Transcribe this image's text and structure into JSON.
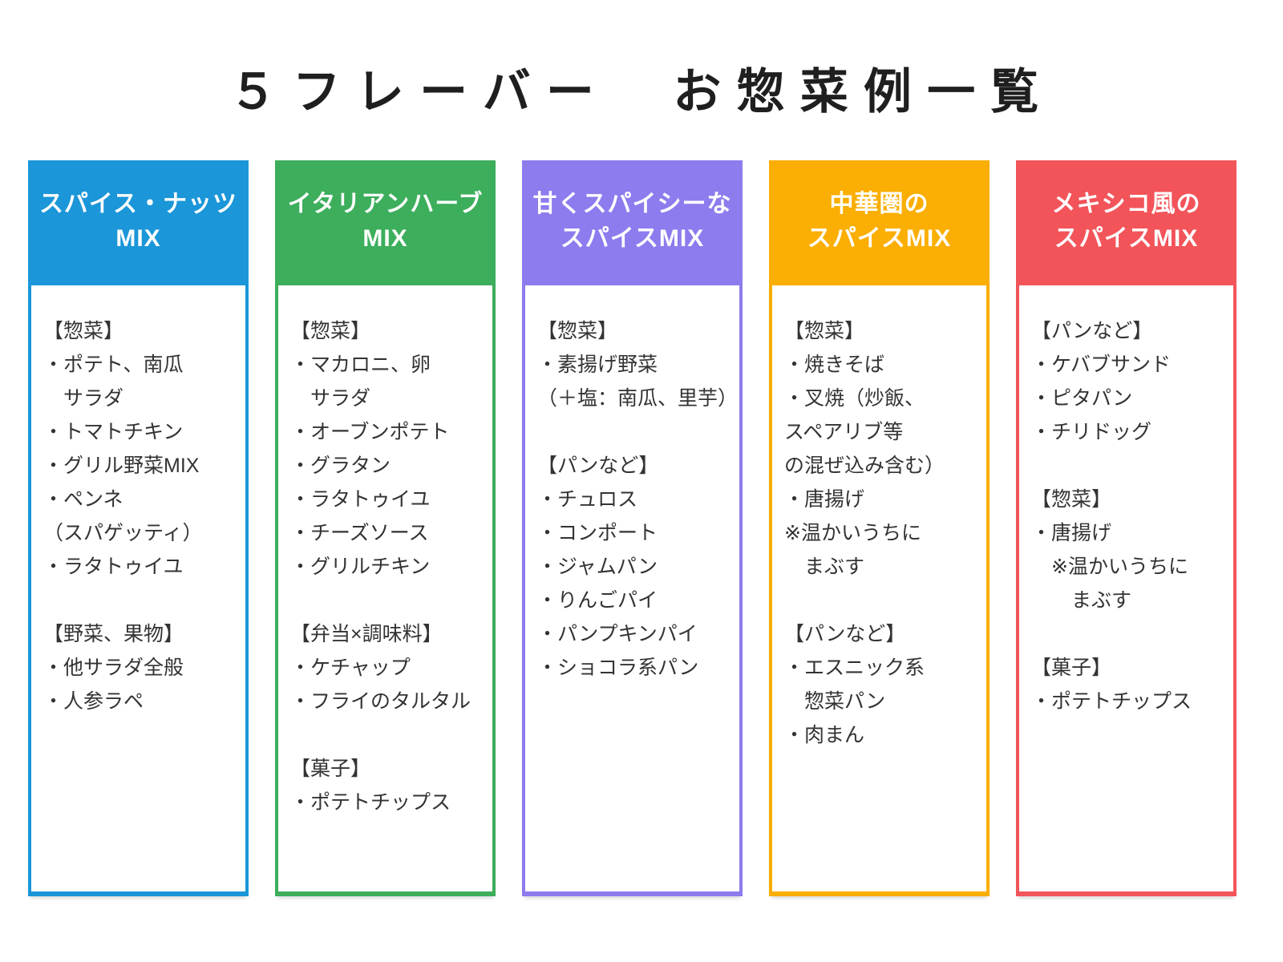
{
  "title": "５フレーバー　お惣菜例一覧",
  "colors": {
    "page_bg": "#ffffff",
    "title_text": "#1f1f1f",
    "body_text": "#333333",
    "header_text": "#ffffff"
  },
  "columns": [
    {
      "name": "spice-nuts-mix",
      "color": "#1B96D8",
      "header": [
        "スパイス・ナッツ",
        "MIX"
      ],
      "lines": [
        "【惣菜】",
        "・ポテト、南瓜",
        "　サラダ",
        "・トマトチキン",
        "・グリル野菜MIX",
        "・ペンネ",
        "（スパゲッティ）",
        "・ラタトゥイユ",
        "",
        "【野菜、果物】",
        "・他サラダ全般",
        "・人参ラペ"
      ]
    },
    {
      "name": "italian-herb-mix",
      "color": "#3DAE5C",
      "header": [
        "イタリアンハーブ",
        "MIX"
      ],
      "lines": [
        "【惣菜】",
        "・マカロニ、卵",
        "　サラダ",
        "・オーブンポテト",
        "・グラタン",
        "・ラタトゥイユ",
        "・チーズソース",
        "・グリルチキン",
        "",
        "【弁当×調味料】",
        "・ケチャップ",
        "・フライのタルタル",
        "",
        "【菓子】",
        "・ポテトチップス"
      ]
    },
    {
      "name": "sweet-spicy-mix",
      "color": "#8C7CEE",
      "header": [
        "甘くスパイシーな",
        "スパイスMIX"
      ],
      "lines": [
        "【惣菜】",
        "・素揚げ野菜",
        "（＋塩：南瓜、里芋）",
        "",
        "【パンなど】",
        "・チュロス",
        "・コンポート",
        "・ジャムパン",
        "・りんごパイ",
        "・パンプキンパイ",
        "・ショコラ系パン"
      ]
    },
    {
      "name": "chinese-spice-mix",
      "color": "#FBAE03",
      "header": [
        "中華圏の",
        "スパイスMIX"
      ],
      "lines": [
        "【惣菜】",
        "・焼きそば",
        "・叉焼（炒飯、",
        "スペアリブ等",
        "の混ぜ込み含む）",
        "・唐揚げ",
        "※温かいうちに",
        "　まぶす",
        "",
        "【パンなど】",
        "・エスニック系",
        "　惣菜パン",
        "・肉まん"
      ]
    },
    {
      "name": "mexican-spice-mix",
      "color": "#F25459",
      "header": [
        "メキシコ風の",
        "スパイスMIX"
      ],
      "lines": [
        "【パンなど】",
        "・ケバブサンド",
        "・ピタパン",
        "・チリドッグ",
        "",
        "【惣菜】",
        "・唐揚げ",
        "　※温かいうちに",
        "　　まぶす",
        "",
        "【菓子】",
        "・ポテトチップス"
      ]
    }
  ]
}
